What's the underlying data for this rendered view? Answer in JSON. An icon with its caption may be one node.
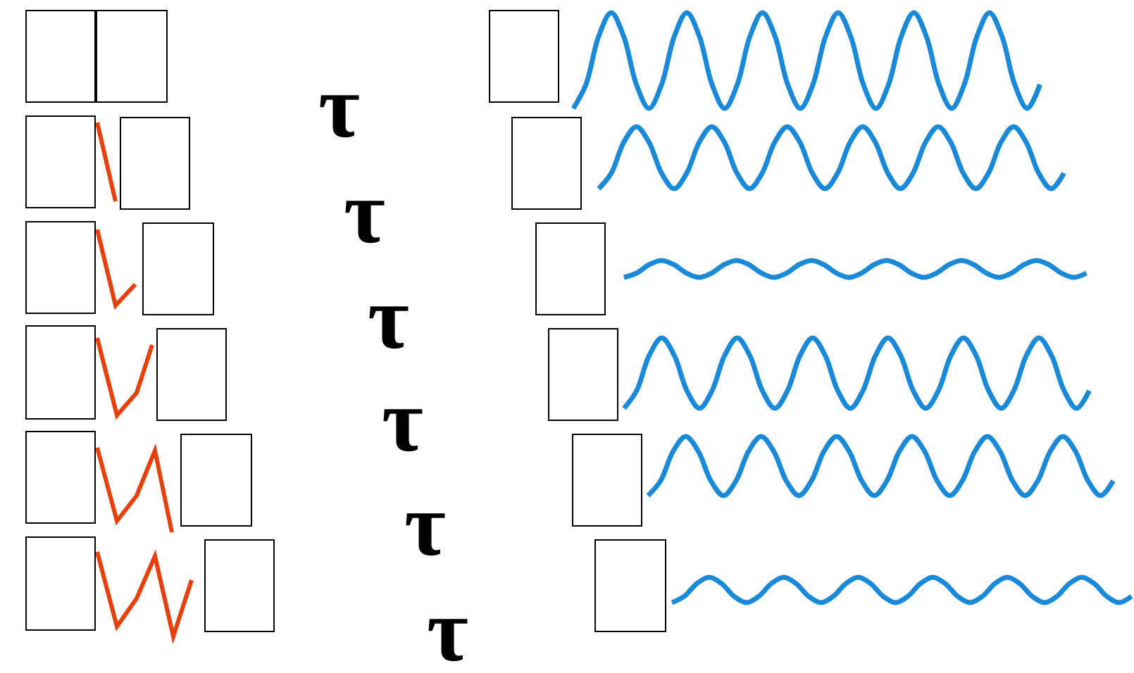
{
  "diagram": {
    "nodes": [
      {
        "text": [],
        "shape": "box"
      },
      {
        "text": [],
        "shape": "box"
      },
      {
        "text": [],
        "shape": "box"
      },
      {
        "text": [],
        "shape": "box"
      },
      {
        "text": [],
        "shape": "box"
      },
      {
        "text": [],
        "shape": "box"
      },
      {
        "text": [],
        "shape": "box"
      },
      {
        "text": [],
        "shape": "box"
      },
      {
        "text": [],
        "shape": "box"
      },
      {
        "text": [],
        "shape": "box"
      },
      {
        "text": [],
        "shape": "box"
      },
      {
        "text": [],
        "shape": "box"
      },
      {
        "text": [],
        "shape": "box"
      },
      {
        "text": [],
        "shape": "box"
      },
      {
        "text": [],
        "shape": "box"
      },
      {
        "text": [],
        "shape": "box"
      },
      {
        "text": [],
        "shape": "box"
      },
      {
        "text": [],
        "shape": "box"
      }
    ],
    "labels": [
      "τ",
      "τ",
      "τ",
      "τ",
      "τ",
      "τ"
    ]
  }
}
